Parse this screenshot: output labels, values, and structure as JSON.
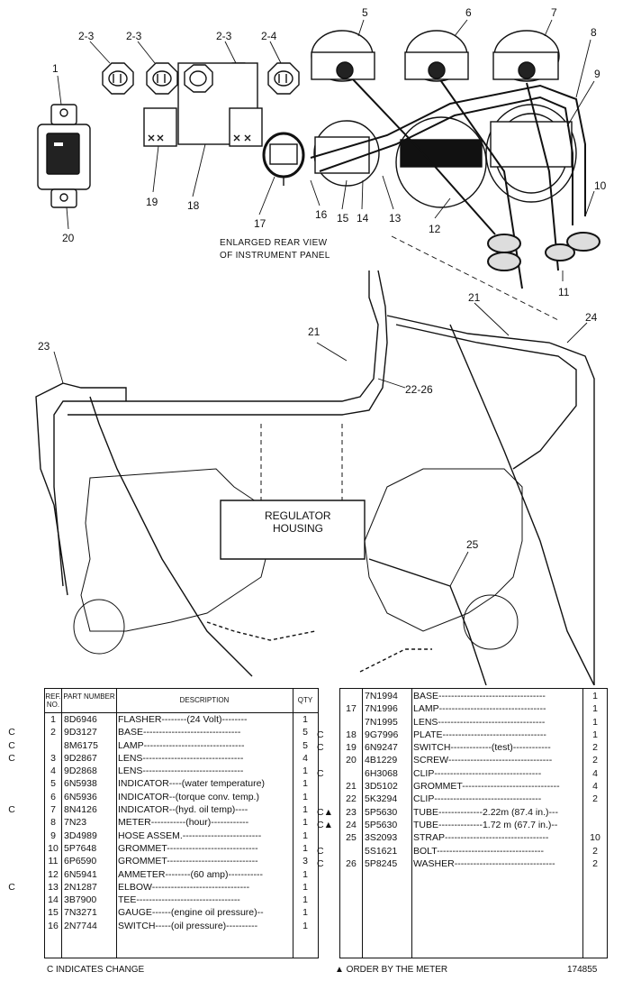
{
  "callouts": [
    "1",
    "2-3",
    "2-3",
    "2-3",
    "2-4",
    "5",
    "6",
    "7",
    "8",
    "9",
    "10",
    "11",
    "12",
    "13",
    "14",
    "15",
    "16",
    "17",
    "18",
    "19",
    "20",
    "21",
    "21",
    "22-26",
    "23",
    "24",
    "25"
  ],
  "caption_line1": "ENLARGED REAR VIEW",
  "caption_line2": "OF INSTRUMENT PANEL",
  "housing_line1": "REGULATOR",
  "housing_line2": "HOUSING",
  "left_table": {
    "header": {
      "ref": "REF. NO.",
      "part": "PART NUMBER",
      "desc": "DESCRIPTION",
      "qty": "QTY"
    },
    "rows": [
      {
        "c": "",
        "ref": "1",
        "part": "8D6946",
        "desc": "FLASHER--------(24 Volt)--------",
        "qty": "1"
      },
      {
        "c": "C",
        "ref": "2",
        "part": "9D3127",
        "desc": "BASE-------------------------------",
        "qty": "5"
      },
      {
        "c": "C",
        "ref": "",
        "part": "8M6175",
        "desc": "LAMP--------------------------------",
        "qty": "5"
      },
      {
        "c": "C",
        "ref": "3",
        "part": "9D2867",
        "desc": "LENS--------------------------------",
        "qty": "4"
      },
      {
        "c": "",
        "ref": "4",
        "part": "9D2868",
        "desc": "LENS--------------------------------",
        "qty": "1"
      },
      {
        "c": "",
        "ref": "5",
        "part": "6N5938",
        "desc": "INDICATOR----(water temperature)",
        "qty": "1"
      },
      {
        "c": "",
        "ref": "6",
        "part": "6N5936",
        "desc": "INDICATOR--(torque conv. temp.)",
        "qty": "1"
      },
      {
        "c": "C",
        "ref": "7",
        "part": "8N4126",
        "desc": "INDICATOR--(hyd. oil temp)----",
        "qty": "1"
      },
      {
        "c": "",
        "ref": "8",
        "part": "7N23",
        "desc": "METER-----------(hour)------------",
        "qty": "1"
      },
      {
        "c": "",
        "ref": "9",
        "part": "3D4989",
        "desc": "HOSE ASSEM.-------------------------",
        "qty": "1"
      },
      {
        "c": "",
        "ref": "10",
        "part": "5P7648",
        "desc": "GROMMET-----------------------------",
        "qty": "1"
      },
      {
        "c": "",
        "ref": "11",
        "part": "6P6590",
        "desc": "GROMMET-----------------------------",
        "qty": "3"
      },
      {
        "c": "",
        "ref": "12",
        "part": "6N5941",
        "desc": "AMMETER--------(60 amp)-----------",
        "qty": "1"
      },
      {
        "c": "C",
        "ref": "13",
        "part": "2N1287",
        "desc": "ELBOW-------------------------------",
        "qty": "1"
      },
      {
        "c": "",
        "ref": "14",
        "part": "3B7900",
        "desc": "TEE---------------------------------",
        "qty": "1"
      },
      {
        "c": "",
        "ref": "15",
        "part": "7N3271",
        "desc": "GAUGE------(engine oil pressure)--",
        "qty": "1"
      },
      {
        "c": "",
        "ref": "16",
        "part": "2N7744",
        "desc": "SWITCH-----(oil pressure)----------",
        "qty": "1"
      }
    ]
  },
  "right_table": {
    "rows": [
      {
        "c": "",
        "ref": "",
        "part": "7N1994",
        "desc": "BASE----------------------------------",
        "qty": "1"
      },
      {
        "c": "",
        "ref": "17",
        "part": "7N1996",
        "desc": "LAMP----------------------------------",
        "qty": "1"
      },
      {
        "c": "",
        "ref": "",
        "part": "7N1995",
        "desc": "LENS----------------------------------",
        "qty": "1"
      },
      {
        "c": "C",
        "ref": "18",
        "part": "9G7996",
        "desc": "PLATE---------------------------------",
        "qty": "1"
      },
      {
        "c": "C",
        "ref": "19",
        "part": "6N9247",
        "desc": "SWITCH-------------(test)------------",
        "qty": "2"
      },
      {
        "c": "",
        "ref": "20",
        "part": "4B1229",
        "desc": "SCREW---------------------------------",
        "qty": "2"
      },
      {
        "c": "C",
        "ref": "",
        "part": "6H3068",
        "desc": "CLIP----------------------------------",
        "qty": "4"
      },
      {
        "c": "",
        "ref": "21",
        "part": "3D5102",
        "desc": "GROMMET-------------------------------",
        "qty": "4"
      },
      {
        "c": "",
        "ref": "22",
        "part": "5K3294",
        "desc": "CLIP----------------------------------",
        "qty": "2"
      },
      {
        "c": "C▲",
        "ref": "23",
        "part": "5P5630",
        "desc": "TUBE--------------2.22m (87.4 in.)---",
        "qty": ""
      },
      {
        "c": "C▲",
        "ref": "24",
        "part": "5P5630",
        "desc": "TUBE--------------1.72 m (67.7 in.)--",
        "qty": ""
      },
      {
        "c": "",
        "ref": "25",
        "part": "3S2093",
        "desc": "STRAP---------------------------------",
        "qty": "10"
      },
      {
        "c": "C",
        "ref": "",
        "part": "5S1621",
        "desc": "BOLT----------------------------------",
        "qty": "2"
      },
      {
        "c": "C",
        "ref": "26",
        "part": "5P8245",
        "desc": "WASHER--------------------------------",
        "qty": "2"
      }
    ]
  },
  "footer": {
    "left": "C INDICATES CHANGE",
    "center": "▲ ORDER BY THE METER",
    "right": "174855"
  }
}
